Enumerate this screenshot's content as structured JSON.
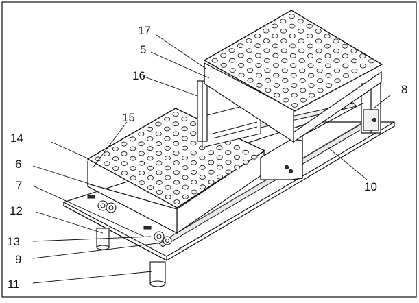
{
  "labels": {
    "l17": "17",
    "l5": "5",
    "l16": "16",
    "l8": "8",
    "l15": "15",
    "l14": "14",
    "l6": "6",
    "l7": "7",
    "l12": "12",
    "l13": "13",
    "l9": "9",
    "l11": "11",
    "l10": "10"
  },
  "colors": {
    "line": "#111111",
    "face": "#ffffff",
    "hole": "#f2f2f2",
    "shade": "#e4e4e4"
  }
}
